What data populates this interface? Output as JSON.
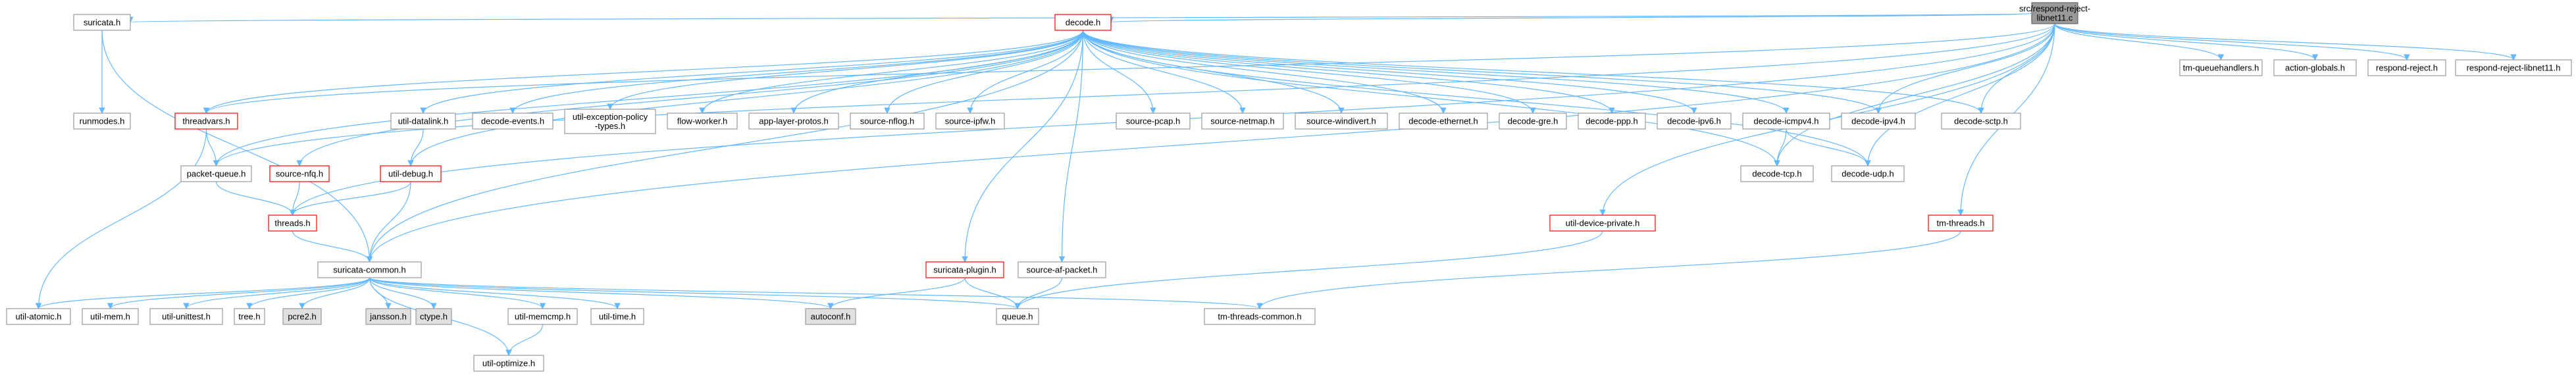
{
  "colors": {
    "edge": "#63b8ff",
    "normal_fill": "#ffffff",
    "normal_border": "#999999",
    "truncated_border": "#ff0000",
    "external_fill": "#e0e0e0",
    "root_fill": "#999999",
    "root_border": "#666666",
    "text": "#000000"
  },
  "nodes": [
    {
      "id": "root",
      "label": [
        "src/respond-reject-",
        "libnet11.c"
      ],
      "kind": "root"
    },
    {
      "id": "suricata",
      "label": [
        "suricata.h"
      ],
      "kind": "normal"
    },
    {
      "id": "decode",
      "label": [
        "decode.h"
      ],
      "kind": "truncated"
    },
    {
      "id": "tmqh",
      "label": [
        "tm-queuehandlers.h"
      ],
      "kind": "normal"
    },
    {
      "id": "actglob",
      "label": [
        "action-globals.h"
      ],
      "kind": "normal"
    },
    {
      "id": "rr",
      "label": [
        "respond-reject.h"
      ],
      "kind": "normal"
    },
    {
      "id": "rrl",
      "label": [
        "respond-reject-libnet11.h"
      ],
      "kind": "normal"
    },
    {
      "id": "runmodes",
      "label": [
        "runmodes.h"
      ],
      "kind": "normal"
    },
    {
      "id": "threadvars",
      "label": [
        "threadvars.h"
      ],
      "kind": "truncated"
    },
    {
      "id": "pktq",
      "label": [
        "packet-queue.h"
      ],
      "kind": "normal"
    },
    {
      "id": "srcnfq",
      "label": [
        "source-nfq.h"
      ],
      "kind": "truncated"
    },
    {
      "id": "datalink",
      "label": [
        "util-datalink.h"
      ],
      "kind": "normal"
    },
    {
      "id": "dbg",
      "label": [
        "util-debug.h"
      ],
      "kind": "truncated"
    },
    {
      "id": "threads",
      "label": [
        "threads.h"
      ],
      "kind": "truncated"
    },
    {
      "id": "decev",
      "label": [
        "decode-events.h"
      ],
      "kind": "normal"
    },
    {
      "id": "excpol",
      "label": [
        "util-exception-policy",
        "-types.h"
      ],
      "kind": "normal"
    },
    {
      "id": "flowworker",
      "label": [
        "flow-worker.h"
      ],
      "kind": "normal"
    },
    {
      "id": "applayer",
      "label": [
        "app-layer-protos.h"
      ],
      "kind": "normal"
    },
    {
      "id": "nflog",
      "label": [
        "source-nflog.h"
      ],
      "kind": "normal"
    },
    {
      "id": "ipfw",
      "label": [
        "source-ipfw.h"
      ],
      "kind": "normal"
    },
    {
      "id": "pcap",
      "label": [
        "source-pcap.h"
      ],
      "kind": "normal"
    },
    {
      "id": "netmap",
      "label": [
        "source-netmap.h"
      ],
      "kind": "normal"
    },
    {
      "id": "windivert",
      "label": [
        "source-windivert.h"
      ],
      "kind": "normal"
    },
    {
      "id": "deceth",
      "label": [
        "decode-ethernet.h"
      ],
      "kind": "normal"
    },
    {
      "id": "decgre",
      "label": [
        "decode-gre.h"
      ],
      "kind": "normal"
    },
    {
      "id": "decppp",
      "label": [
        "decode-ppp.h"
      ],
      "kind": "normal"
    },
    {
      "id": "decipv6",
      "label": [
        "decode-ipv6.h"
      ],
      "kind": "normal"
    },
    {
      "id": "decicmp4",
      "label": [
        "decode-icmpv4.h"
      ],
      "kind": "normal"
    },
    {
      "id": "decipv4",
      "label": [
        "decode-ipv4.h"
      ],
      "kind": "normal"
    },
    {
      "id": "decsctp",
      "label": [
        "decode-sctp.h"
      ],
      "kind": "normal"
    },
    {
      "id": "dectcp",
      "label": [
        "decode-tcp.h"
      ],
      "kind": "normal"
    },
    {
      "id": "decudp",
      "label": [
        "decode-udp.h"
      ],
      "kind": "normal"
    },
    {
      "id": "devprivate",
      "label": [
        "util-device-private.h"
      ],
      "kind": "truncated"
    },
    {
      "id": "tmthreads",
      "label": [
        "tm-threads.h"
      ],
      "kind": "truncated"
    },
    {
      "id": "plugin",
      "label": [
        "suricata-plugin.h"
      ],
      "kind": "truncated"
    },
    {
      "id": "afpacket",
      "label": [
        "source-af-packet.h"
      ],
      "kind": "normal"
    },
    {
      "id": "common",
      "label": [
        "suricata-common.h"
      ],
      "kind": "normal"
    },
    {
      "id": "atomic",
      "label": [
        "util-atomic.h"
      ],
      "kind": "normal"
    },
    {
      "id": "mem",
      "label": [
        "util-mem.h"
      ],
      "kind": "normal"
    },
    {
      "id": "unittest",
      "label": [
        "util-unittest.h"
      ],
      "kind": "normal"
    },
    {
      "id": "tree",
      "label": [
        "tree.h"
      ],
      "kind": "normal"
    },
    {
      "id": "pcre2",
      "label": [
        "pcre2.h"
      ],
      "kind": "external"
    },
    {
      "id": "jansson",
      "label": [
        "jansson.h"
      ],
      "kind": "external"
    },
    {
      "id": "ctype",
      "label": [
        "ctype.h"
      ],
      "kind": "external"
    },
    {
      "id": "memcmp",
      "label": [
        "util-memcmp.h"
      ],
      "kind": "normal"
    },
    {
      "id": "utime",
      "label": [
        "util-time.h"
      ],
      "kind": "normal"
    },
    {
      "id": "autoconf",
      "label": [
        "autoconf.h"
      ],
      "kind": "external"
    },
    {
      "id": "queue",
      "label": [
        "queue.h"
      ],
      "kind": "normal"
    },
    {
      "id": "tmcommon",
      "label": [
        "tm-threads-common.h"
      ],
      "kind": "normal"
    },
    {
      "id": "optimize",
      "label": [
        "util-optimize.h"
      ],
      "kind": "normal"
    }
  ],
  "edges": [
    [
      "root",
      "suricata"
    ],
    [
      "root",
      "decode"
    ],
    [
      "root",
      "tmqh"
    ],
    [
      "root",
      "actglob"
    ],
    [
      "root",
      "rr"
    ],
    [
      "root",
      "rrl"
    ],
    [
      "root",
      "threadvars"
    ],
    [
      "root",
      "threads"
    ],
    [
      "root",
      "pktq"
    ],
    [
      "root",
      "common"
    ],
    [
      "root",
      "decipv4"
    ],
    [
      "root",
      "decsctp"
    ],
    [
      "root",
      "dectcp"
    ],
    [
      "root",
      "decudp"
    ],
    [
      "root",
      "devprivate"
    ],
    [
      "root",
      "tmthreads"
    ],
    [
      "suricata",
      "runmodes"
    ],
    [
      "suricata",
      "common"
    ],
    [
      "decode",
      "threadvars"
    ],
    [
      "decode",
      "pktq"
    ],
    [
      "decode",
      "srcnfq"
    ],
    [
      "decode",
      "datalink"
    ],
    [
      "decode",
      "dbg"
    ],
    [
      "decode",
      "common"
    ],
    [
      "decode",
      "decev"
    ],
    [
      "decode",
      "excpol"
    ],
    [
      "decode",
      "flowworker"
    ],
    [
      "decode",
      "applayer"
    ],
    [
      "decode",
      "nflog"
    ],
    [
      "decode",
      "ipfw"
    ],
    [
      "decode",
      "pcap"
    ],
    [
      "decode",
      "netmap"
    ],
    [
      "decode",
      "windivert"
    ],
    [
      "decode",
      "deceth"
    ],
    [
      "decode",
      "decgre"
    ],
    [
      "decode",
      "decppp"
    ],
    [
      "decode",
      "decipv6"
    ],
    [
      "decode",
      "decicmp4"
    ],
    [
      "decode",
      "decipv4"
    ],
    [
      "decode",
      "decsctp"
    ],
    [
      "decode",
      "dectcp"
    ],
    [
      "decode",
      "decudp"
    ],
    [
      "decode",
      "plugin"
    ],
    [
      "decode",
      "afpacket"
    ],
    [
      "threadvars",
      "pktq"
    ],
    [
      "threadvars",
      "atomic"
    ],
    [
      "pktq",
      "threads"
    ],
    [
      "srcnfq",
      "threads"
    ],
    [
      "datalink",
      "dbg"
    ],
    [
      "dbg",
      "threads"
    ],
    [
      "dbg",
      "common"
    ],
    [
      "threads",
      "common"
    ],
    [
      "decicmp4",
      "dectcp"
    ],
    [
      "decicmp4",
      "decudp"
    ],
    [
      "devprivate",
      "queue"
    ],
    [
      "tmthreads",
      "tmcommon"
    ],
    [
      "plugin",
      "autoconf"
    ],
    [
      "plugin",
      "queue"
    ],
    [
      "afpacket",
      "queue"
    ],
    [
      "common",
      "atomic"
    ],
    [
      "common",
      "mem"
    ],
    [
      "common",
      "unittest"
    ],
    [
      "common",
      "tree"
    ],
    [
      "common",
      "pcre2"
    ],
    [
      "common",
      "jansson"
    ],
    [
      "common",
      "ctype"
    ],
    [
      "common",
      "memcmp"
    ],
    [
      "common",
      "utime"
    ],
    [
      "common",
      "autoconf"
    ],
    [
      "common",
      "queue"
    ],
    [
      "common",
      "tmcommon"
    ],
    [
      "common",
      "optimize"
    ],
    [
      "memcmp",
      "optimize"
    ]
  ]
}
